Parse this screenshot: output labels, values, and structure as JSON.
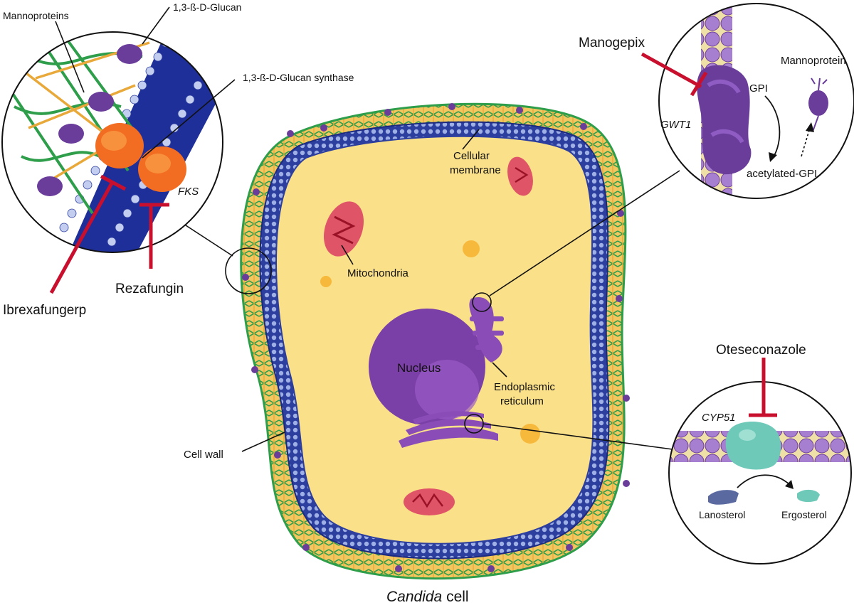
{
  "title": {
    "prefix": "Candida",
    "suffix": " cell"
  },
  "cell_labels": {
    "cellular_membrane_line1": "Cellular",
    "cellular_membrane_line2": "membrane",
    "mitochondria": "Mitochondria",
    "nucleus": "Nucleus",
    "er_line1": "Endoplasmic",
    "er_line2": "reticulum",
    "cell_wall": "Cell wall"
  },
  "wall_inset": {
    "mannoproteins": "Mannoproteins",
    "glucan": "1,3-ß-D-Glucan",
    "glucan_synthase": "1,3-ß-D-Glucan synthase",
    "fks": "FKS",
    "drug_rezafungin": "Rezafungin",
    "drug_ibrexafungerp": "Ibrexafungerp"
  },
  "er_inset": {
    "drug_manogepix": "Manogepix",
    "gwt1": "GWT1",
    "gpi": "GPI",
    "mannoprotein": "Mannoprotein",
    "acetylated_gpi": "acetylated-GPI"
  },
  "membrane_inset": {
    "drug_oteseconazole": "Oteseconazole",
    "cyp51": "CYP51",
    "lanosterol": "Lanosterol",
    "ergosterol": "Ergosterol"
  },
  "colors": {
    "cytoplasm": "#fbe08a",
    "membrane": "#2c3e9e",
    "wall_green": "#2e9e4b",
    "wall_orange": "#e8a93a",
    "nucleus": "#7b3fa8",
    "mitochondria": "#e05468",
    "inhibitor": "#c8102e",
    "enzyme_fks": "#f26d21",
    "enzyme_cyp51": "#6fc9b9",
    "gwt1": "#6a3d9a"
  }
}
